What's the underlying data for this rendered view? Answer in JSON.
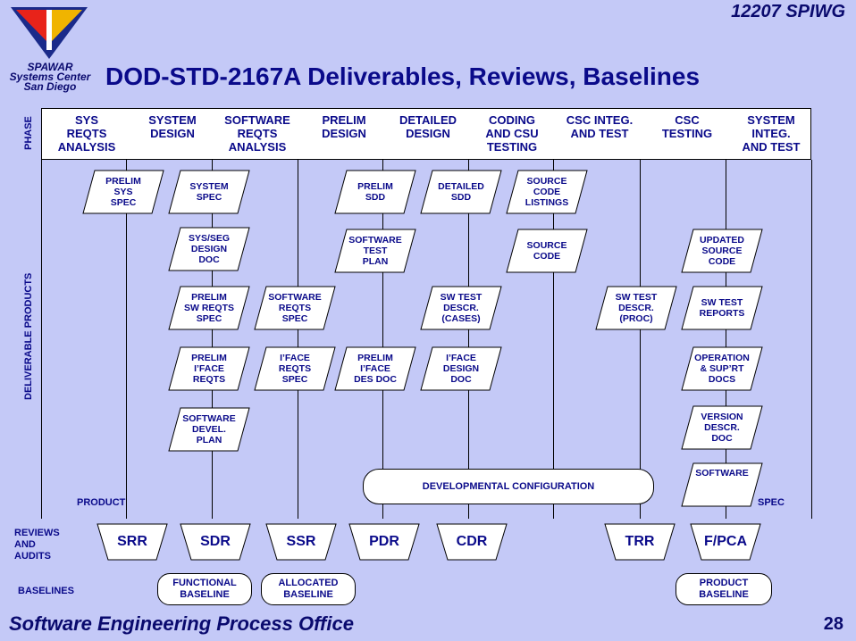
{
  "header": {
    "org_code": "12207 SPIWG"
  },
  "logo": {
    "line1": "SPAWAR",
    "line2": "Systems Center",
    "line3": "San Diego"
  },
  "title": "DOD-STD-2167A Deliverables, Reviews, Baselines",
  "side_labels": {
    "phase": "PHASE",
    "deliverables": "DELIVERABLE  PRODUCTS",
    "reviews_l1": "REVIEWS",
    "reviews_l2": "AND",
    "reviews_l3": "AUDITS",
    "baselines": "BASELINES"
  },
  "phases": [
    {
      "lines": [
        "SYS",
        "REQTS",
        "ANALYSIS"
      ]
    },
    {
      "lines": [
        "SYSTEM",
        "DESIGN"
      ]
    },
    {
      "lines": [
        "SOFTWARE",
        "REQTS",
        "ANALYSIS"
      ]
    },
    {
      "lines": [
        "PRELIM",
        "DESIGN"
      ]
    },
    {
      "lines": [
        "DETAILED",
        "DESIGN"
      ]
    },
    {
      "lines": [
        "CODING",
        "AND CSU",
        "TESTING"
      ]
    },
    {
      "lines": [
        "CSC INTEG.",
        "AND TEST"
      ]
    },
    {
      "lines": [
        "CSC",
        "TESTING"
      ]
    },
    {
      "lines": [
        "SYSTEM",
        "INTEG.",
        "AND TEST"
      ]
    }
  ],
  "deliverables": [
    {
      "lines": [
        "PRELIM",
        "SYS",
        "SPEC"
      ]
    },
    {
      "lines": [
        "SYSTEM",
        "SPEC"
      ]
    },
    {
      "lines": [
        "SYS/SEG",
        "DESIGN",
        "DOC"
      ]
    },
    {
      "lines": [
        "PRELIM",
        "SW REQTS",
        "SPEC"
      ]
    },
    {
      "lines": [
        "PRELIM",
        "I’FACE",
        "REQTS"
      ]
    },
    {
      "lines": [
        "SOFTWARE",
        "DEVEL.",
        "PLAN"
      ]
    },
    {
      "lines": [
        "SOFTWARE",
        "REQTS",
        "SPEC"
      ]
    },
    {
      "lines": [
        "I’FACE",
        "REQTS",
        "SPEC"
      ]
    },
    {
      "lines": [
        "PRELIM",
        "SDD"
      ]
    },
    {
      "lines": [
        "SOFTWARE",
        "TEST",
        "PLAN"
      ]
    },
    {
      "lines": [
        "PRELIM",
        "I’FACE",
        "DES DOC"
      ]
    },
    {
      "lines": [
        "DETAILED",
        "SDD"
      ]
    },
    {
      "lines": [
        "SW TEST",
        "DESCR.",
        "(CASES)"
      ]
    },
    {
      "lines": [
        "I’FACE",
        "DESIGN",
        "DOC"
      ]
    },
    {
      "lines": [
        "SOURCE",
        "CODE",
        "LISTINGS"
      ]
    },
    {
      "lines": [
        "SOURCE",
        "CODE"
      ]
    },
    {
      "lines": [
        "SW TEST",
        "DESCR.",
        "(PROC)"
      ]
    },
    {
      "lines": [
        "UPDATED",
        "SOURCE",
        "CODE"
      ]
    },
    {
      "lines": [
        "SW TEST",
        "REPORTS"
      ]
    },
    {
      "lines": [
        "OPERATION",
        "& SUP’RT",
        "DOCS"
      ]
    },
    {
      "lines": [
        "VERSION",
        "DESCR.",
        "DOC"
      ]
    },
    {
      "lines": [
        "SOFTWARE"
      ]
    }
  ],
  "config_label": "DEVELOPMENTAL CONFIGURATION",
  "product_label": "PRODUCT",
  "spec_label": "SPEC",
  "reviews": [
    "SRR",
    "SDR",
    "SSR",
    "PDR",
    "CDR",
    "TRR",
    "F/PCA"
  ],
  "baselines": [
    {
      "lines": [
        "FUNCTIONAL",
        "BASELINE"
      ]
    },
    {
      "lines": [
        "ALLOCATED",
        "BASELINE"
      ]
    },
    {
      "lines": [
        "PRODUCT",
        "BASELINE"
      ]
    }
  ],
  "footer": {
    "office": "Software Engineering Process Office",
    "page": "28"
  },
  "colors": {
    "background": "#c4c9f7",
    "text": "#0a0a8a",
    "logo_red": "#e8231a",
    "logo_gold": "#f0b400",
    "logo_blue": "#1a2a8a"
  }
}
